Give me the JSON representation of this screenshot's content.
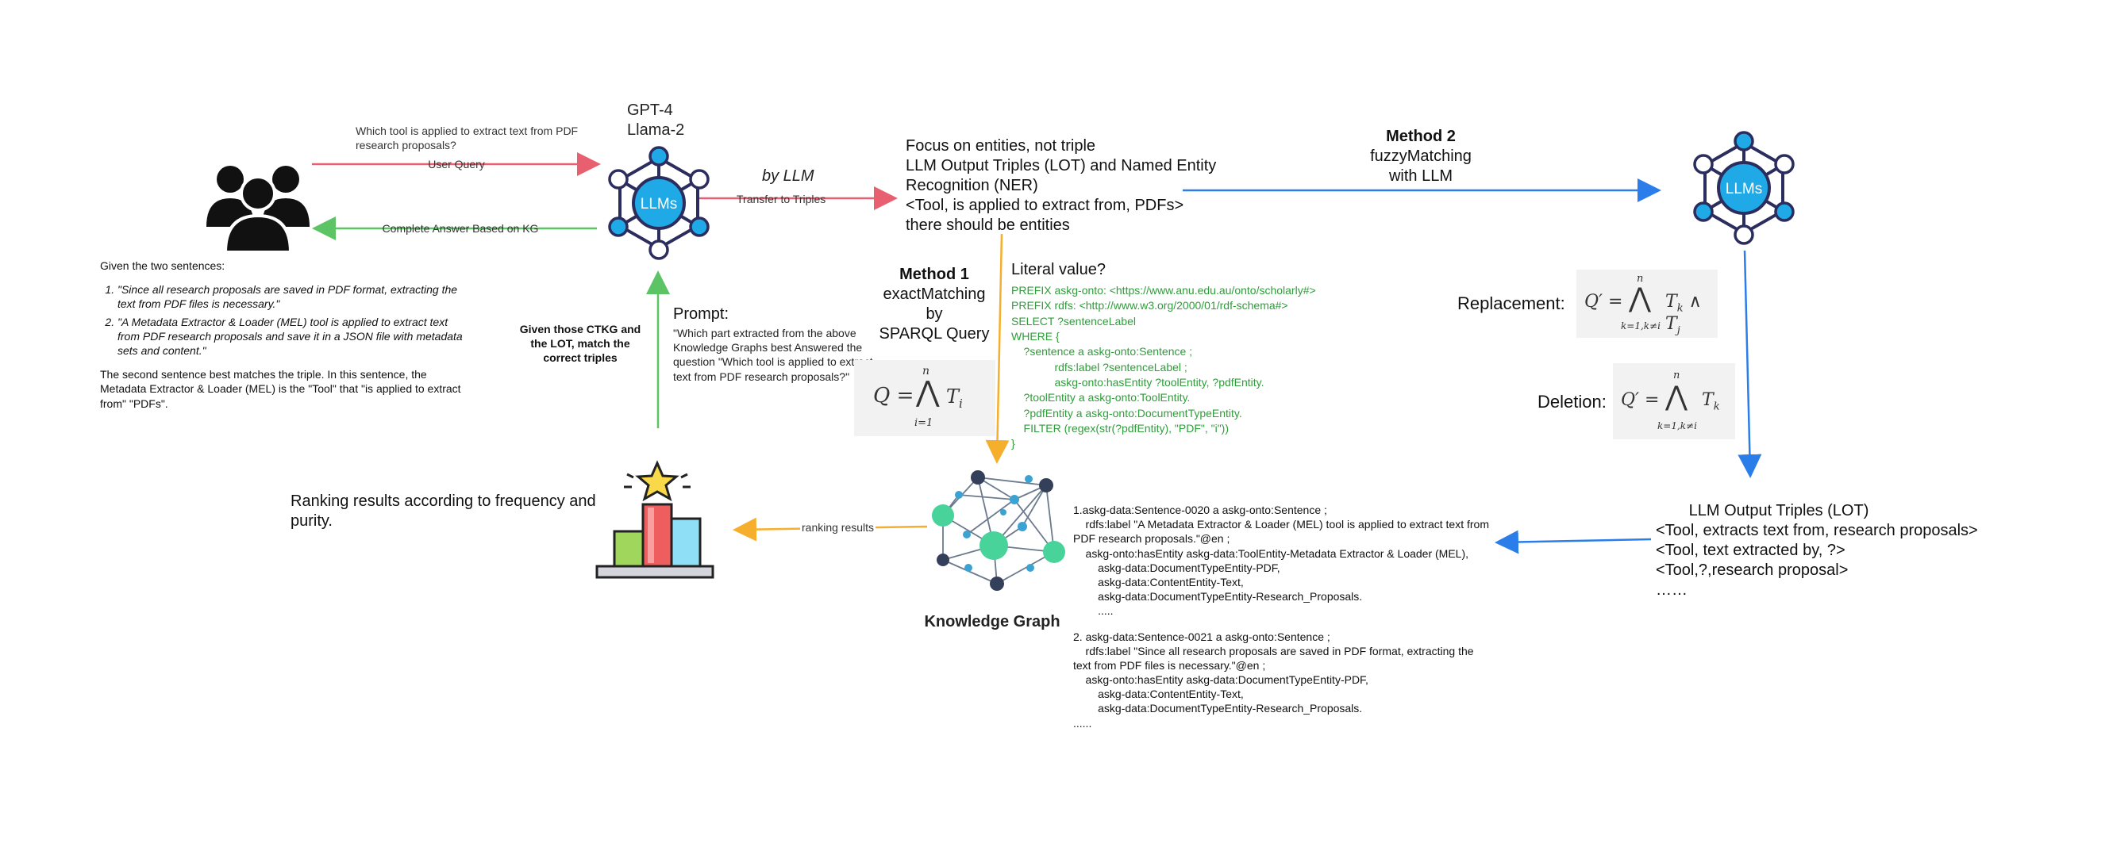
{
  "colors": {
    "red_arrow": "#e8606f",
    "green_arrow": "#5cc464",
    "blue_arrow": "#2b7de9",
    "orange_arrow": "#f6ae2d",
    "llm_node": "#1fa9e6",
    "llm_stroke": "#2b2d5e",
    "sparql_green": "#2e9d3a"
  },
  "user_query": {
    "question": "Which tool is applied to extract text from PDF research proposals?",
    "arrow_label": "User Query"
  },
  "answer_arrow_label": "Complete Answer Based on KG",
  "llm_models": {
    "line1": "GPT-4",
    "line2": "Llama-2",
    "badge": "LLMs"
  },
  "by_llm_label": "by LLM",
  "transfer_label": "Transfer to Triples",
  "lot_box": {
    "line1": "Focus on entities, not triple",
    "line2": "LLM Output Triples (LOT) and Named  Entity",
    "line3": "Recognition (NER)",
    "line4": "<Tool, is applied to extract from, PDFs>",
    "line5": "there should be entities"
  },
  "method2": {
    "title": "Method 2",
    "line1": "fuzzyMatching",
    "line2": "with LLM"
  },
  "method1": {
    "title": "Method 1",
    "line1": "exactMatching",
    "line2": "by",
    "line3": "SPARQL Query"
  },
  "sparql": {
    "heading": "Literal value?",
    "lines": [
      "PREFIX askg-onto: <https://www.anu.edu.au/onto/scholarly#>",
      "PREFIX rdfs: <http://www.w3.org/2000/01/rdf-schema#>",
      "SELECT ?sentenceLabel",
      "WHERE {",
      "    ?sentence a askg-onto:Sentence ;",
      "              rdfs:label ?sentenceLabel ;",
      "              askg-onto:hasEntity ?toolEntity, ?pdfEntity.",
      "    ?toolEntity a askg-onto:ToolEntity.",
      "    ?pdfEntity a askg-onto:DocumentTypeEntity.",
      "    FILTER (regex(str(?pdfEntity), \"PDF\", \"i\"))",
      "}"
    ]
  },
  "formula_exact": "Q = ⋀ T_i (i=1..n)",
  "replacement": {
    "label": "Replacement:",
    "formula": "Q′ = ⋀ T_k ∧ T_j (k=1,k≠i..n)"
  },
  "deletion": {
    "label": "Deletion:",
    "formula": "Q′ = ⋀ T_k (k=1,k≠i..n)"
  },
  "lot_output": {
    "title": "LLM Output Triples (LOT)",
    "lines": [
      "<Tool, extracts text from, research proposals>",
      "<Tool, text extracted by, ?>",
      "<Tool,?,research proposal>",
      "……"
    ]
  },
  "given_sentences": {
    "intro": "Given the two sentences:",
    "items": [
      "\"Since all research proposals are saved in PDF format, extracting the text from PDF files is necessary.\"",
      "\"A Metadata Extractor & Loader (MEL) tool is applied to extract text from PDF research proposals and save it in a JSON file with metadata sets and content.\""
    ],
    "conclusion": "The second sentence best matches the triple. In this sentence, the Metadata Extractor & Loader (MEL) is the \"Tool\" that \"is applied to extract from\" \"PDFs\"."
  },
  "ctkg_note": "Given those CTKG and the LOT, match the correct triples",
  "prompt": {
    "title": "Prompt:",
    "text": "\"Which part extracted from the above Knowledge Graphs best Answered the question \"Which tool is applied to extract text from PDF research proposals?\""
  },
  "ranking": {
    "text": "Ranking results according to frequency and purity.",
    "arrow_label": "ranking results"
  },
  "knowledge_graph_label": "Knowledge Graph",
  "kg_results": [
    [
      "1.askg-data:Sentence-0020 a askg-onto:Sentence ;",
      "    rdfs:label \"A Metadata Extractor & Loader (MEL) tool is applied to extract text from",
      "PDF research proposals.\"@en ;",
      "    askg-onto:hasEntity askg-data:ToolEntity-Metadata Extractor & Loader (MEL),",
      "        askg-data:DocumentTypeEntity-PDF,",
      "        askg-data:ContentEntity-Text,",
      "        askg-data:DocumentTypeEntity-Research_Proposals.",
      "        ....."
    ],
    [
      "2. askg-data:Sentence-0021 a askg-onto:Sentence ;",
      "    rdfs:label \"Since all research proposals are saved in PDF format, extracting the",
      "text from PDF files is necessary.\"@en ;",
      "    askg-onto:hasEntity askg-data:DocumentTypeEntity-PDF,",
      "        askg-data:ContentEntity-Text,",
      "        askg-data:DocumentTypeEntity-Research_Proposals.",
      "......"
    ]
  ]
}
